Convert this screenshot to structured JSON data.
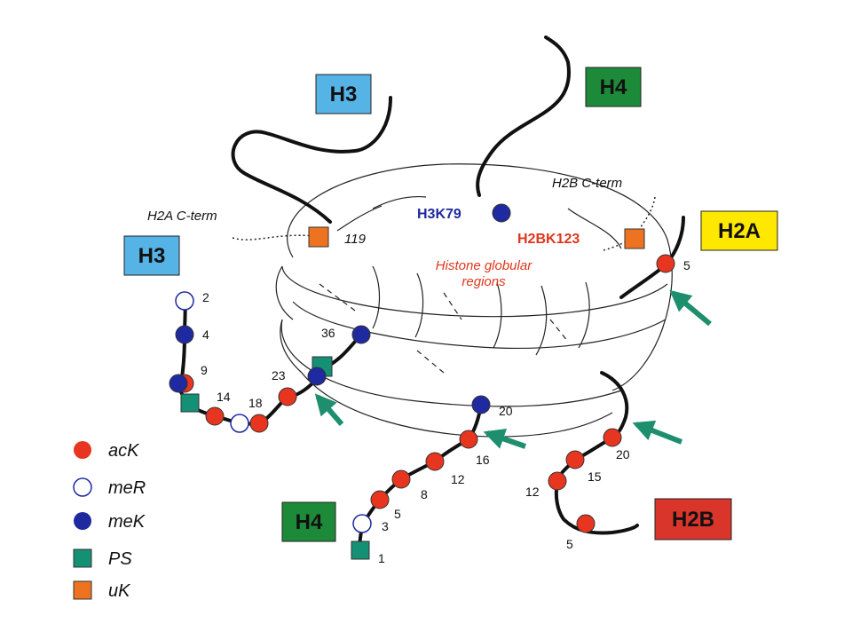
{
  "colors": {
    "acK": "#e8351f",
    "meK": "#1f2aa0",
    "PS": "#149074",
    "uK": "#ee7320",
    "H3_box": "#56b3e6",
    "H4_box": "#1d8a3a",
    "H2A_box": "#ffe800",
    "H2B_box": "#d9352a",
    "arrow": "#1e8f6e",
    "region_label": "#e0361c"
  },
  "boxes": {
    "h3_top": "H3",
    "h3_left": "H3",
    "h4_top": "H4",
    "h4_bottom": "H4",
    "h2a": "H2A",
    "h2b": "H2B"
  },
  "labels": {
    "h2a_cterm": "H2A C-term",
    "h2b_cterm": "H2B C-term",
    "h3k79": "H3K79",
    "h2bk123": "H2BK123",
    "n119": "119",
    "globular_line1": "Histone globular",
    "globular_line2": "regions"
  },
  "numbers": {
    "h3_2": "2",
    "h3_4": "4",
    "h3_9": "9",
    "h3_14": "14",
    "h3_18": "18",
    "h3_23": "23",
    "h3_36": "36",
    "h4_1": "1",
    "h4_3": "3",
    "h4_5": "5",
    "h4_8": "8",
    "h4_12": "12",
    "h4_16": "16",
    "h4_20": "20",
    "h2a_5": "5",
    "h2b_5": "5",
    "h2b_12": "12",
    "h2b_15": "15",
    "h2b_20": "20"
  },
  "legend": [
    {
      "label": "acK",
      "marker": "filled-circle-red"
    },
    {
      "label": "meR",
      "marker": "open-circle-blue"
    },
    {
      "label": "meK",
      "marker": "filled-circle-blue"
    },
    {
      "label": "PS",
      "marker": "square-teal"
    },
    {
      "label": "uK",
      "marker": "square-orange"
    }
  ]
}
